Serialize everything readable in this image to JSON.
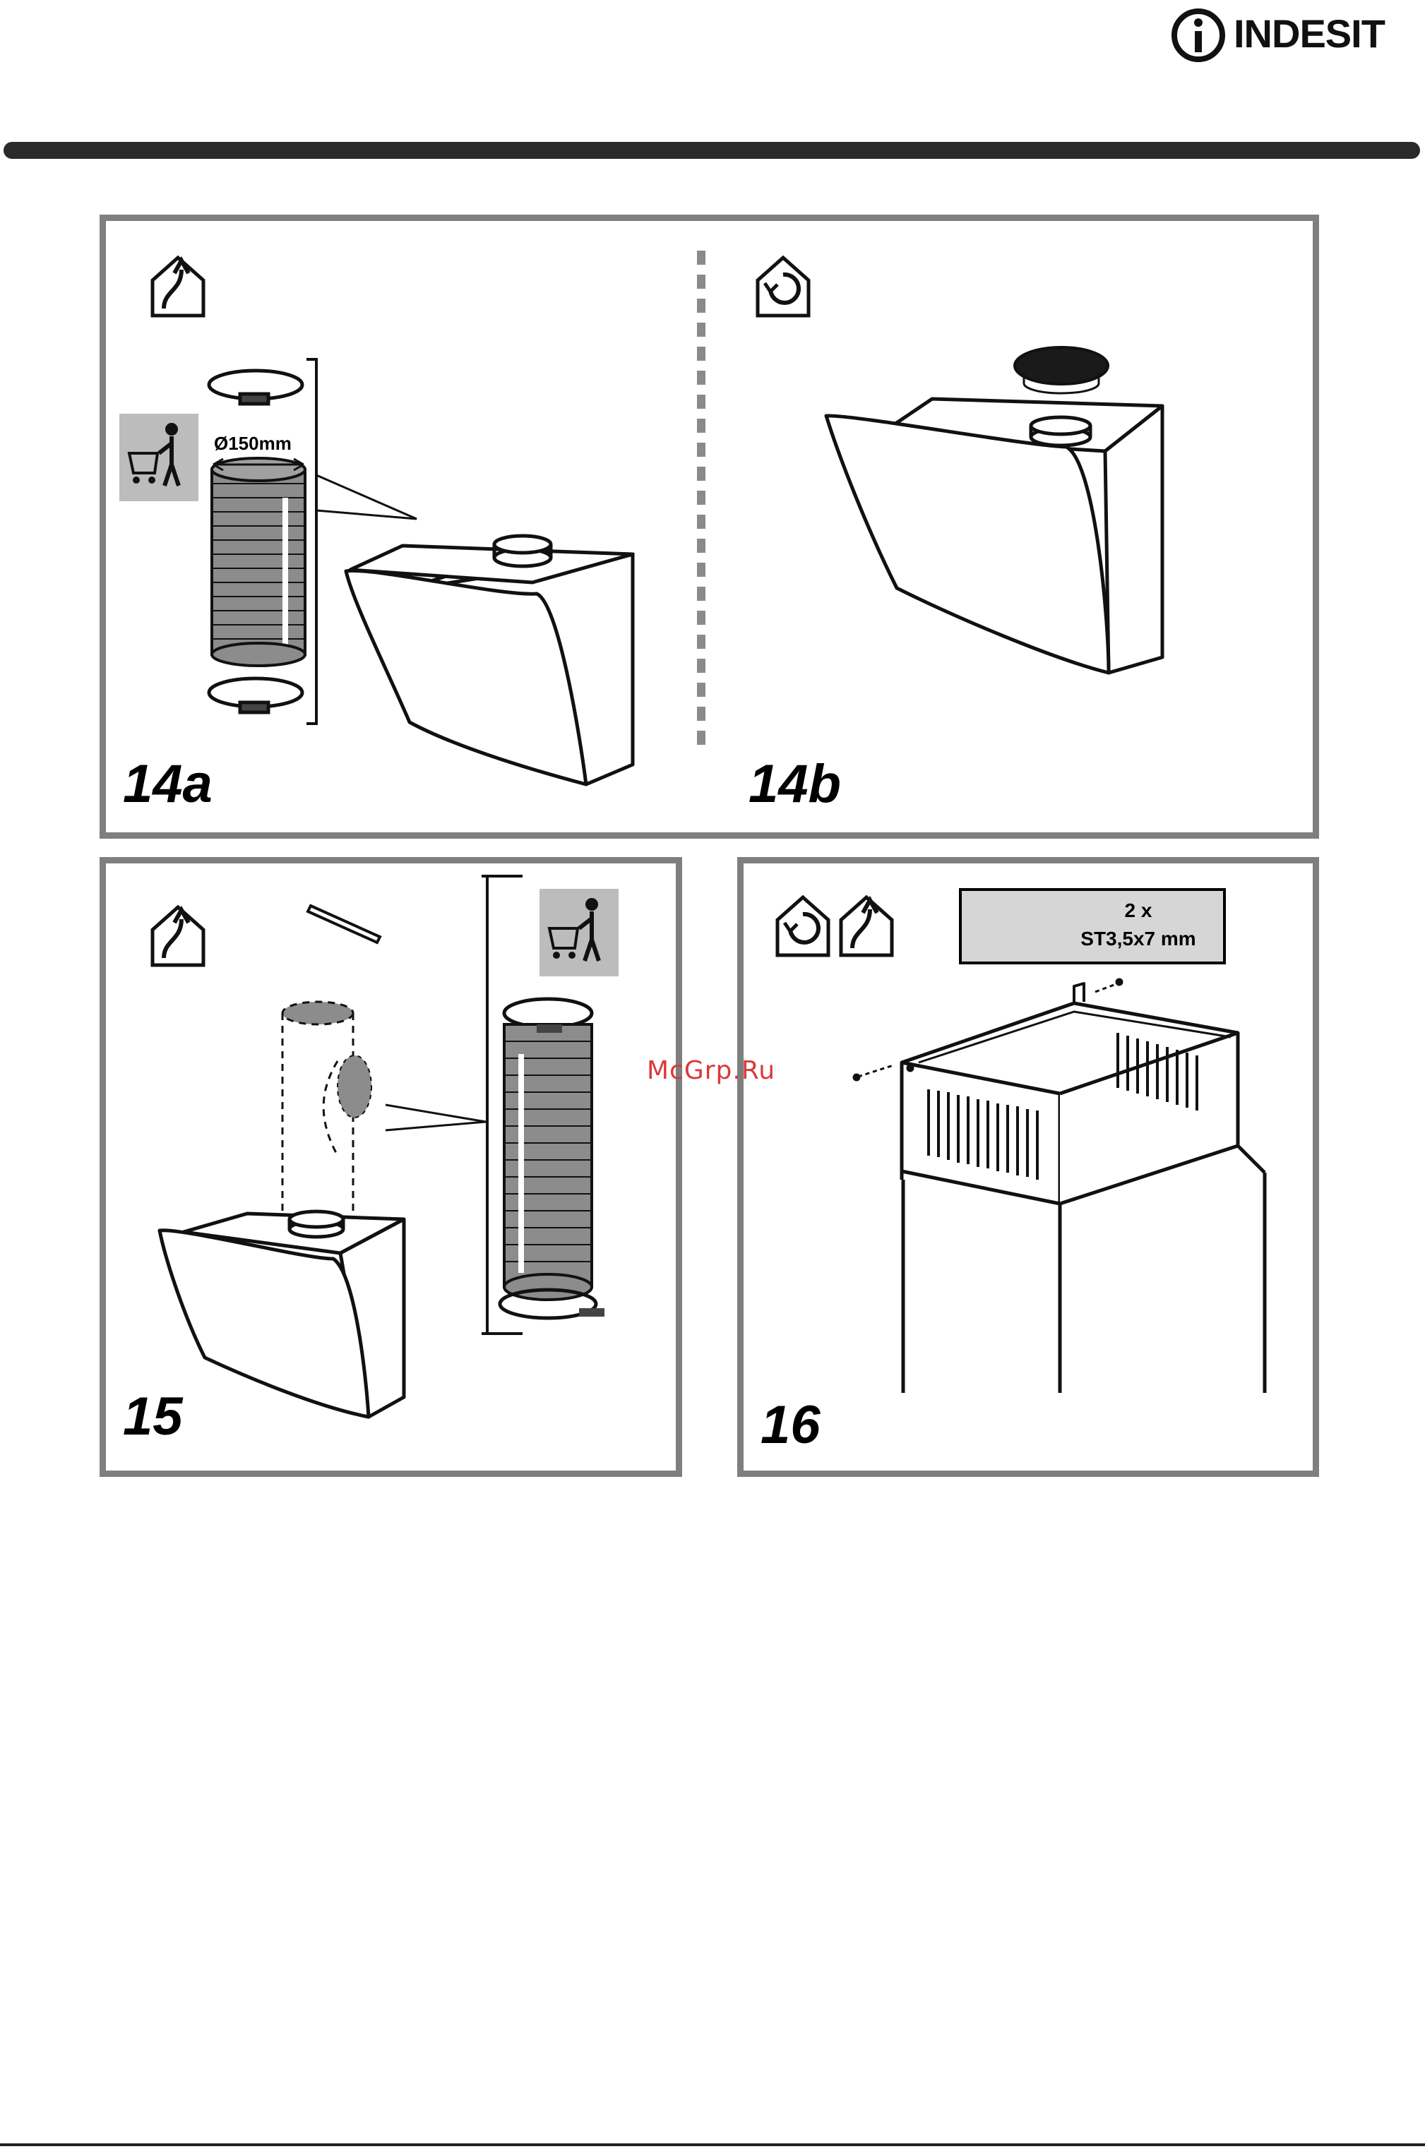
{
  "brand": {
    "name": "INDESIT",
    "colors": {
      "ink": "#111111",
      "frame": "#7f7f7f",
      "bar": "#2a2a2a",
      "shaded": "#8c8c8c",
      "accessory_bg": "#bcbcbc",
      "screw_box_bg": "#d6d6d6",
      "watermark": "#d93a3a"
    }
  },
  "panels": [
    {
      "id": "14a",
      "label": "14a",
      "mode_icon": "ducted-house-icon",
      "accessory_icon": "shopping-cart-person-icon",
      "diameter_label": "Ø150mm"
    },
    {
      "id": "14b",
      "label": "14b",
      "mode_icon": "recirculation-house-icon"
    },
    {
      "id": "15",
      "label": "15",
      "mode_icon": "ducted-house-icon",
      "accessory_icon": "shopping-cart-person-icon"
    },
    {
      "id": "16",
      "label": "16",
      "mode_icons": [
        "recirculation-house-icon",
        "ducted-house-icon"
      ],
      "screws": {
        "quantity": "2 x",
        "spec": "ST3,5x7 mm"
      }
    }
  ],
  "watermark": "McGrp.Ru"
}
